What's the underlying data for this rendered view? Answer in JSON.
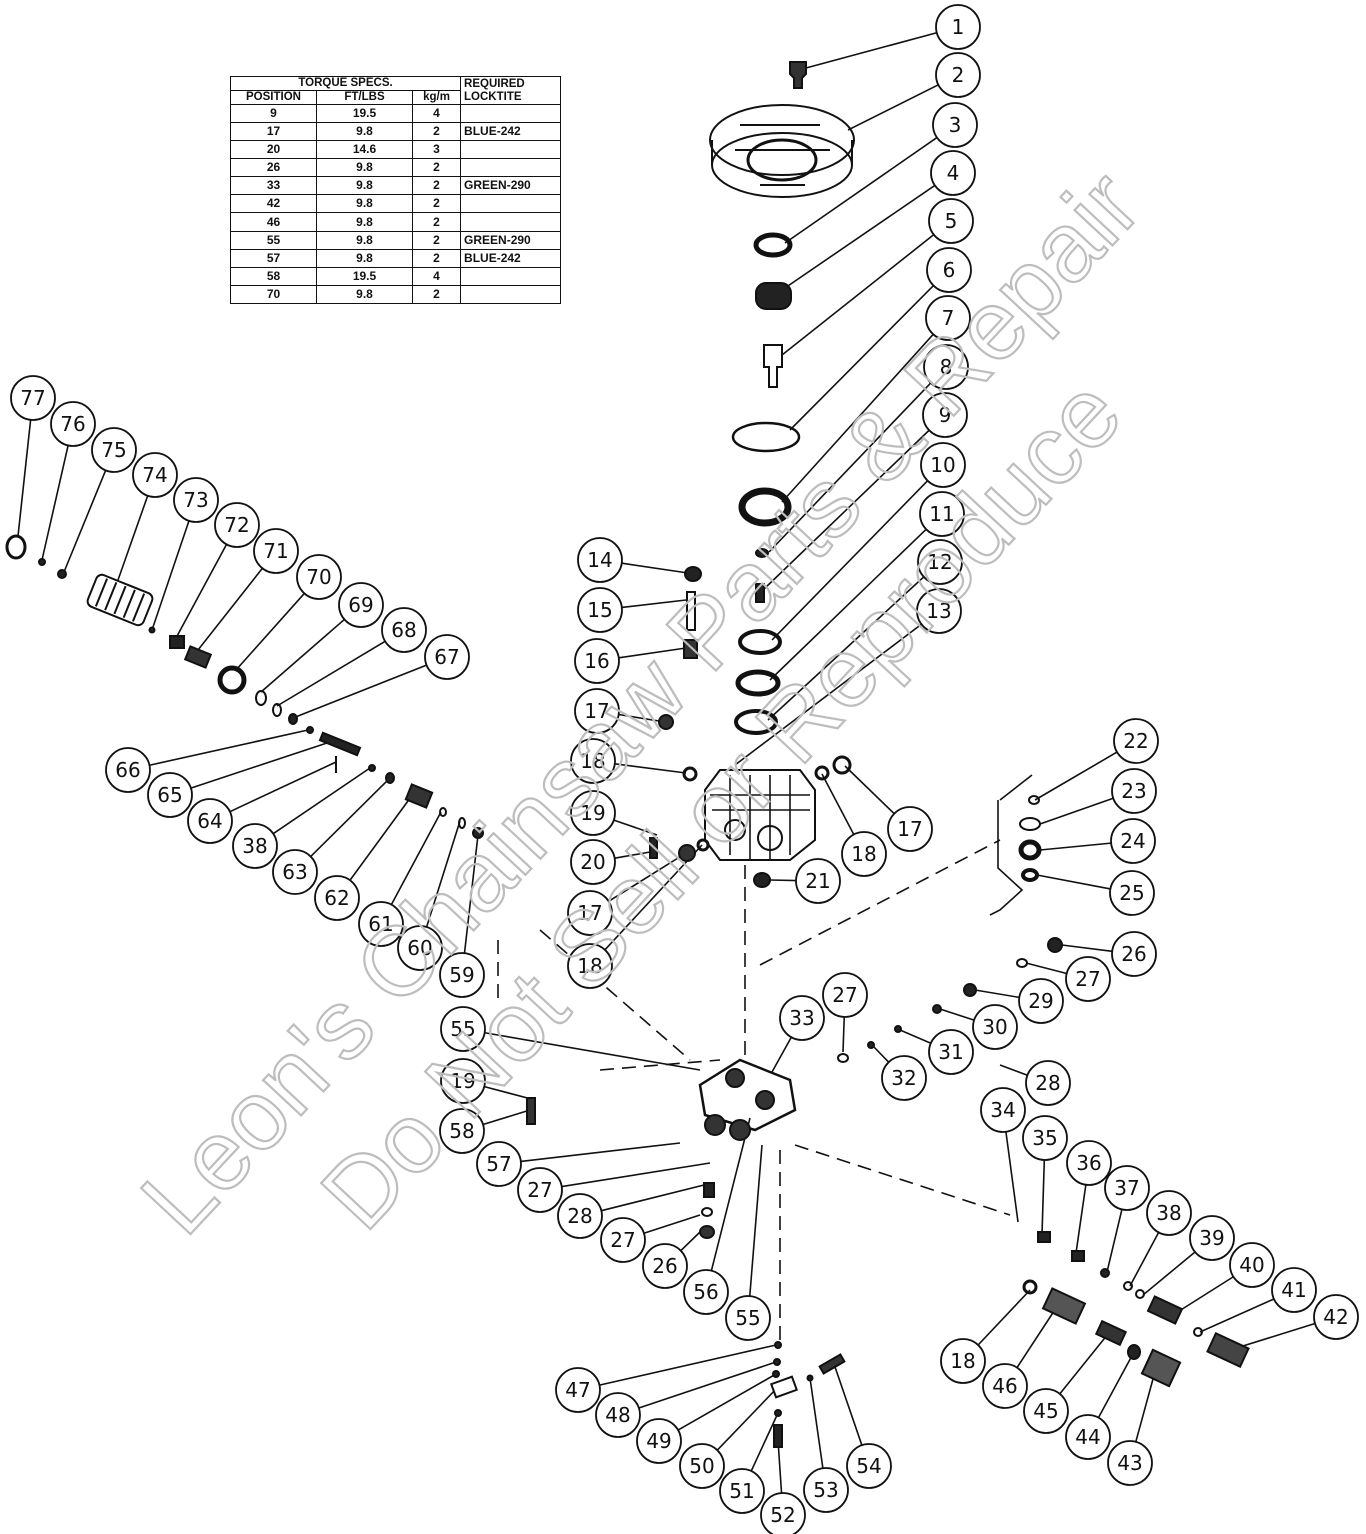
{
  "torque_table": {
    "title": "TORQUE SPECS.",
    "lock_header": "REQUIRED LOCKTITE",
    "col_position": "POSITION",
    "col_ftlbs": "FT/LBS",
    "col_kgm": "kg/m",
    "rows": [
      {
        "position": "9",
        "ftlbs": "19.5",
        "kgm": "4",
        "lock": ""
      },
      {
        "position": "17",
        "ftlbs": "9.8",
        "kgm": "2",
        "lock": "BLUE-242"
      },
      {
        "position": "20",
        "ftlbs": "14.6",
        "kgm": "3",
        "lock": ""
      },
      {
        "position": "26",
        "ftlbs": "9.8",
        "kgm": "2",
        "lock": ""
      },
      {
        "position": "33",
        "ftlbs": "9.8",
        "kgm": "2",
        "lock": "GREEN-290"
      },
      {
        "position": "42",
        "ftlbs": "9.8",
        "kgm": "2",
        "lock": ""
      },
      {
        "position": "46",
        "ftlbs": "9.8",
        "kgm": "2",
        "lock": ""
      },
      {
        "position": "55",
        "ftlbs": "9.8",
        "kgm": "2",
        "lock": "GREEN-290"
      },
      {
        "position": "57",
        "ftlbs": "9.8",
        "kgm": "2",
        "lock": "BLUE-242"
      },
      {
        "position": "58",
        "ftlbs": "19.5",
        "kgm": "4",
        "lock": ""
      },
      {
        "position": "70",
        "ftlbs": "9.8",
        "kgm": "2",
        "lock": ""
      }
    ]
  },
  "watermark": {
    "line1": "Leon's Chainsaw Parts & Repair",
    "line2": "Do Not Sell or Reproduce"
  },
  "callouts": [
    "1",
    "2",
    "3",
    "4",
    "5",
    "6",
    "7",
    "8",
    "9",
    "10",
    "11",
    "12",
    "13",
    "14",
    "15",
    "16",
    "17",
    "18",
    "19",
    "20",
    "17",
    "18",
    "21",
    "17",
    "18",
    "22",
    "23",
    "24",
    "25",
    "26",
    "27",
    "29",
    "30",
    "31",
    "32",
    "28",
    "27",
    "33",
    "55",
    "19",
    "58",
    "57",
    "27",
    "28",
    "27",
    "26",
    "56",
    "55",
    "34",
    "35",
    "36",
    "37",
    "38",
    "39",
    "40",
    "41",
    "42",
    "18",
    "46",
    "45",
    "44",
    "43",
    "47",
    "48",
    "49",
    "50",
    "51",
    "52",
    "53",
    "54",
    "77",
    "76",
    "75",
    "74",
    "73",
    "72",
    "71",
    "70",
    "69",
    "68",
    "67",
    "66",
    "65",
    "64",
    "38",
    "63",
    "62",
    "61",
    "60",
    "59"
  ]
}
